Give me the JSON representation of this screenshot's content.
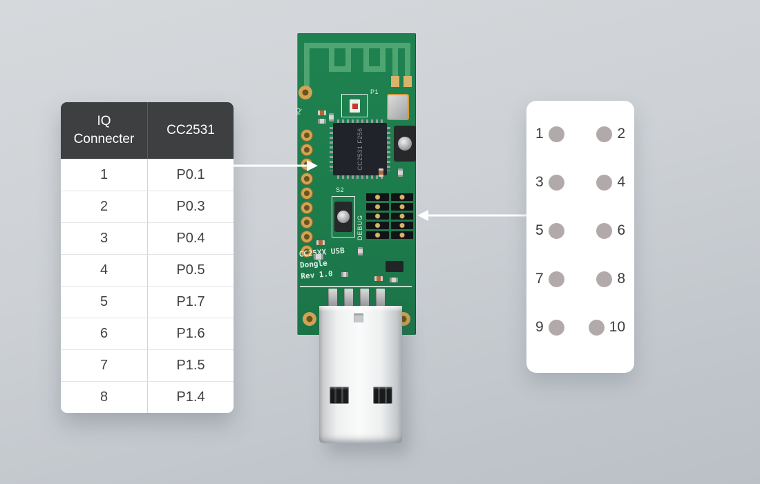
{
  "table": {
    "header": {
      "col1": "IQ Connecter",
      "col2": "CC2531"
    },
    "rows": [
      {
        "num": "1",
        "pin": "P0.1"
      },
      {
        "num": "2",
        "pin": "P0.3"
      },
      {
        "num": "3",
        "pin": "P0.4"
      },
      {
        "num": "4",
        "pin": "P0.5"
      },
      {
        "num": "5",
        "pin": "P1.7"
      },
      {
        "num": "6",
        "pin": "P1.6"
      },
      {
        "num": "7",
        "pin": "P1.5"
      },
      {
        "num": "8",
        "pin": "P1.4"
      }
    ]
  },
  "board": {
    "chip_label": "CC2531 F256",
    "label_iq": "IQ",
    "label_p1": "P1",
    "label_s2": "S2",
    "label_debug": "DEBUG",
    "silkscreen": {
      "line1": "CC25XX USB",
      "line2": "Dongle",
      "line3": "Rev 1.0"
    }
  },
  "pinout_card": {
    "rows": [
      {
        "left": "1",
        "right": "2"
      },
      {
        "left": "3",
        "right": "4"
      },
      {
        "left": "5",
        "right": "6"
      },
      {
        "left": "7",
        "right": "8"
      },
      {
        "left": "9",
        "right": "10"
      }
    ]
  },
  "colors": {
    "background_top": "#d6d9dc",
    "background_bottom": "#bbc0c7",
    "table_header_bg": "#3e3f40",
    "pcb_green": "#1d7c4c",
    "antenna_trace": "#4fa571",
    "pin_dot": "#b2aaaa",
    "arrow": "#ffffff"
  }
}
